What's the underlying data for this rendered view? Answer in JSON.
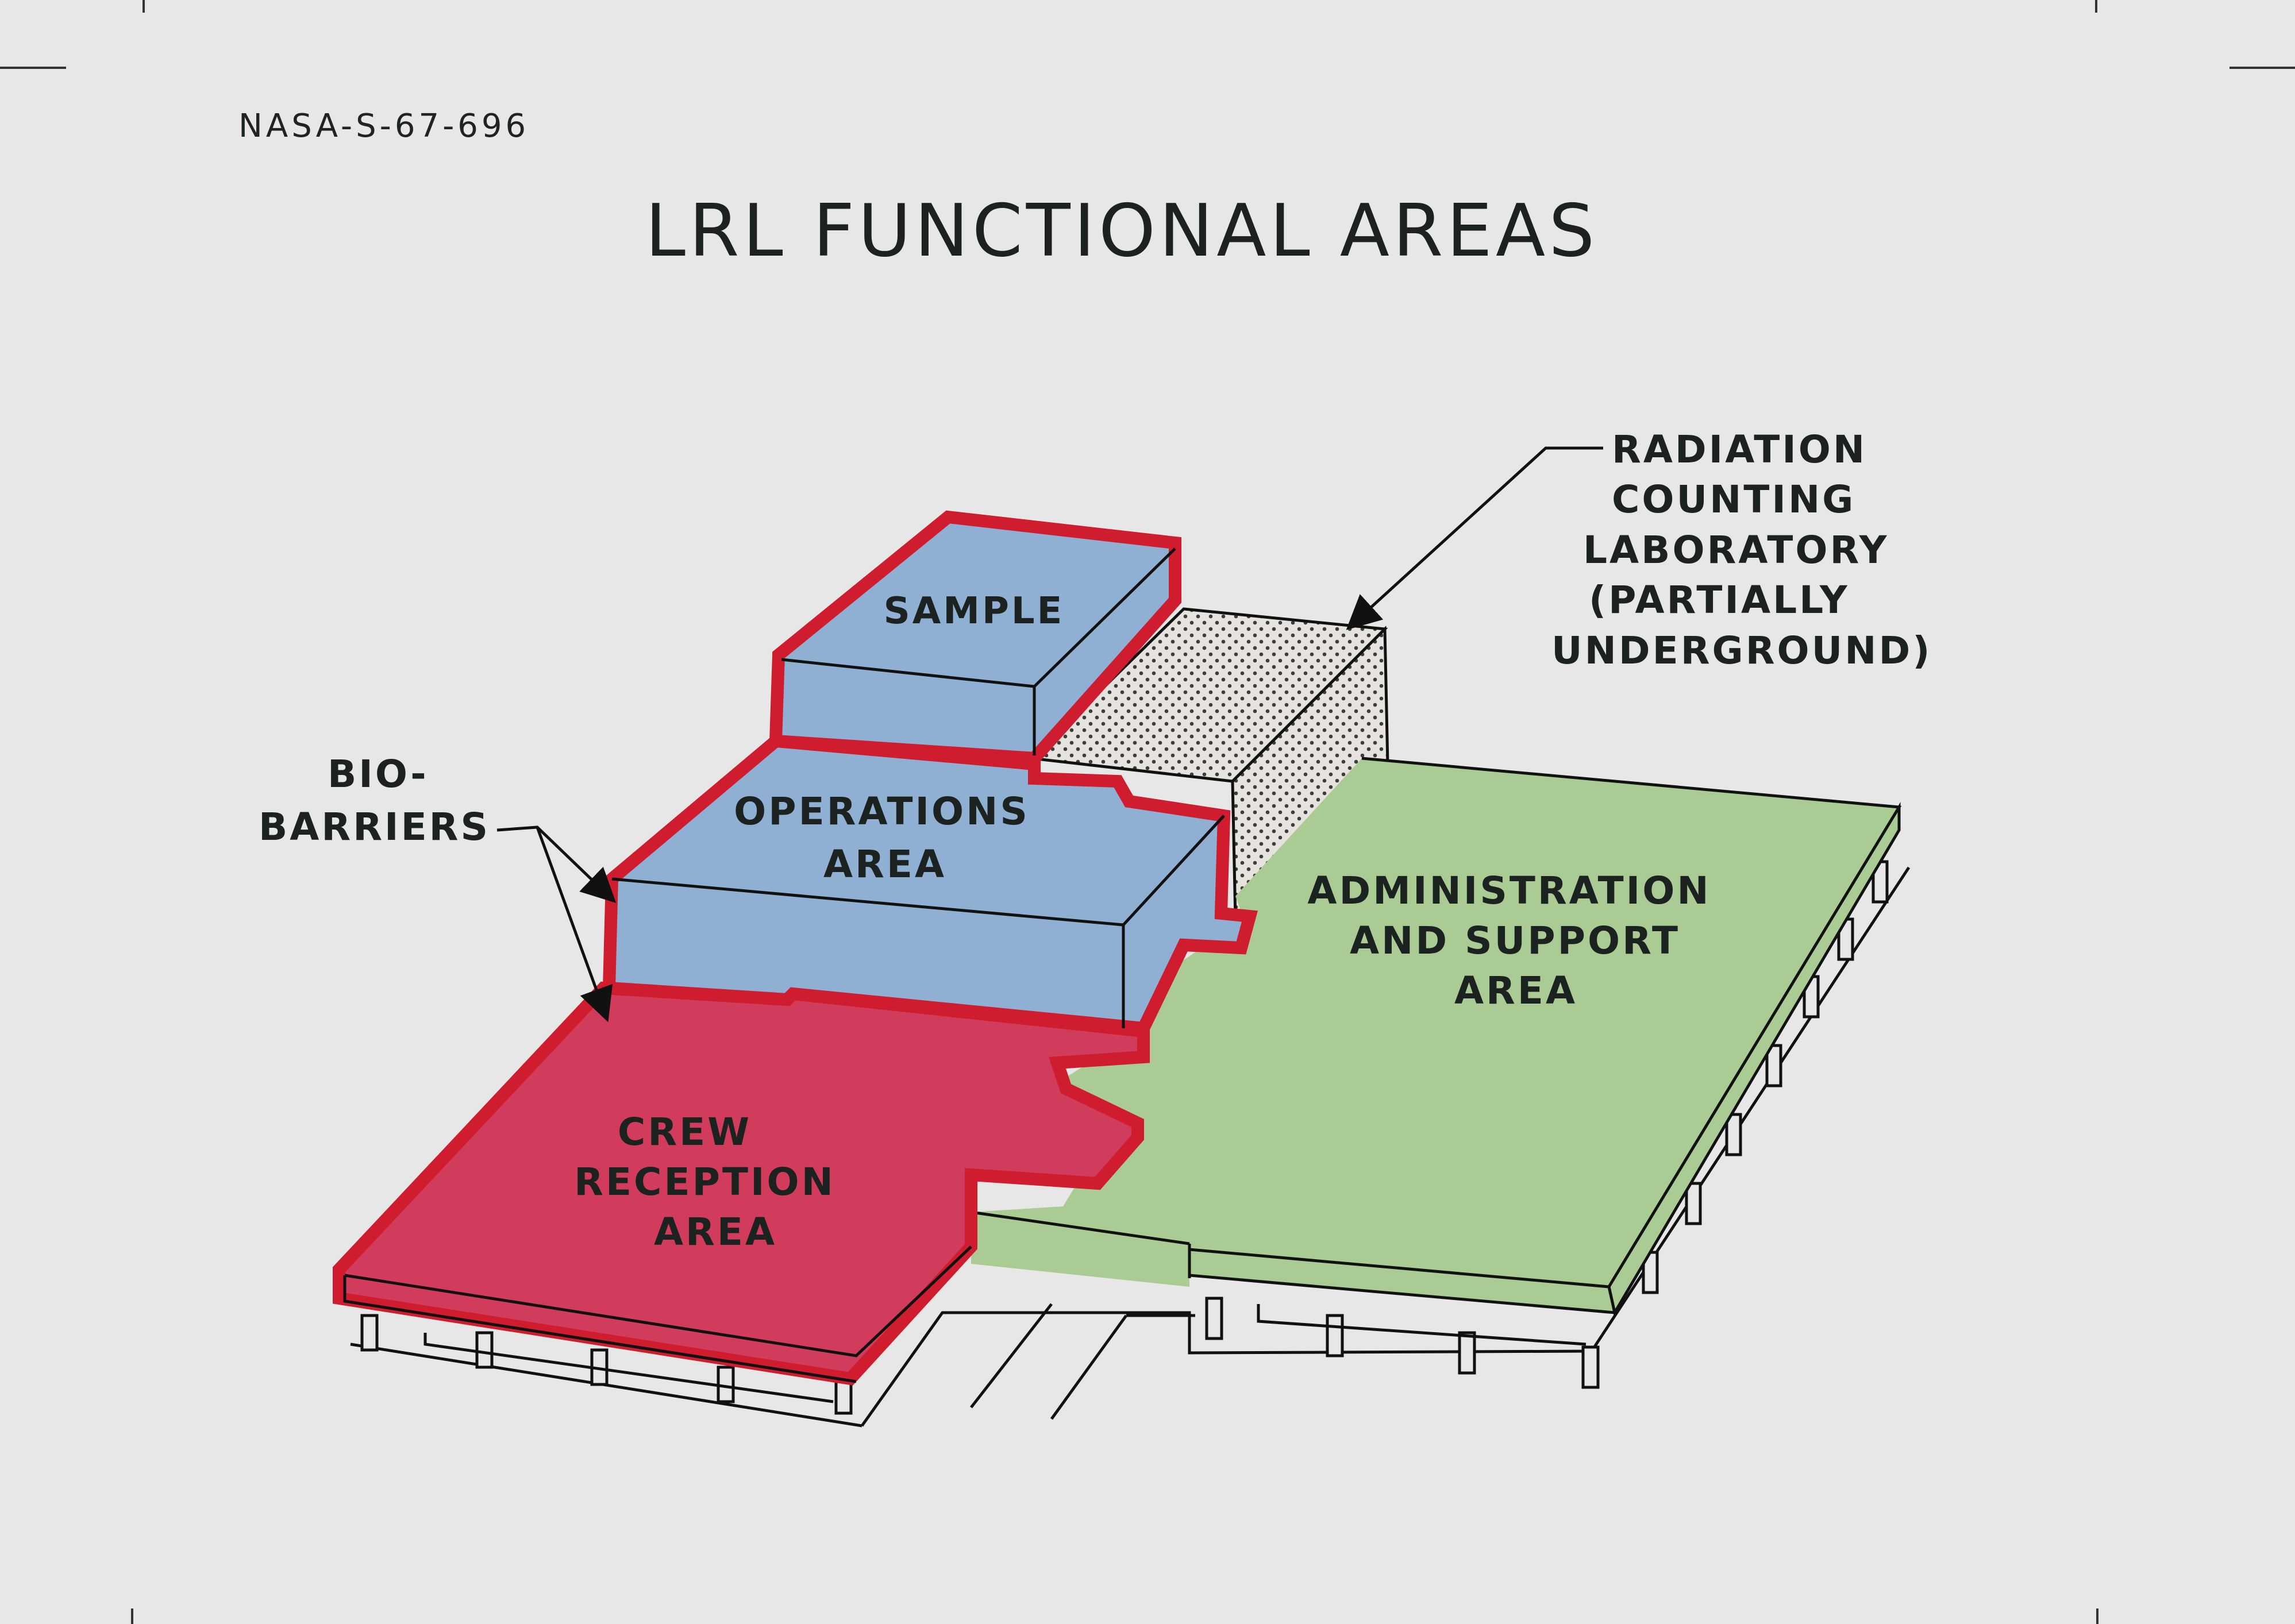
{
  "document": {
    "id": "NASA-S-67-696",
    "title": "LRL FUNCTIONAL AREAS"
  },
  "areas": {
    "sample": {
      "label": "SAMPLE",
      "color": "#8fb0d2"
    },
    "operations": {
      "label_lines": [
        "OPERATIONS",
        "AREA"
      ],
      "color": "#8fb0d2"
    },
    "crew": {
      "label_lines": [
        "CREW",
        "RECEPTION",
        "AREA"
      ],
      "color": "#d13c5c"
    },
    "admin": {
      "label_lines": [
        "ADMINISTRATION",
        "AND SUPPORT",
        "AREA"
      ],
      "color": "#aacb94"
    },
    "radiation": {
      "label_lines": [
        "RADIATION",
        "COUNTING",
        "LABORATORY",
        "(PARTIALLY",
        "UNDERGROUND)"
      ],
      "pattern": "dotted"
    }
  },
  "callouts": {
    "biobarriers": {
      "label_lines": [
        "BIO-",
        "BARRIERS"
      ],
      "color": "#d01f2e"
    }
  }
}
